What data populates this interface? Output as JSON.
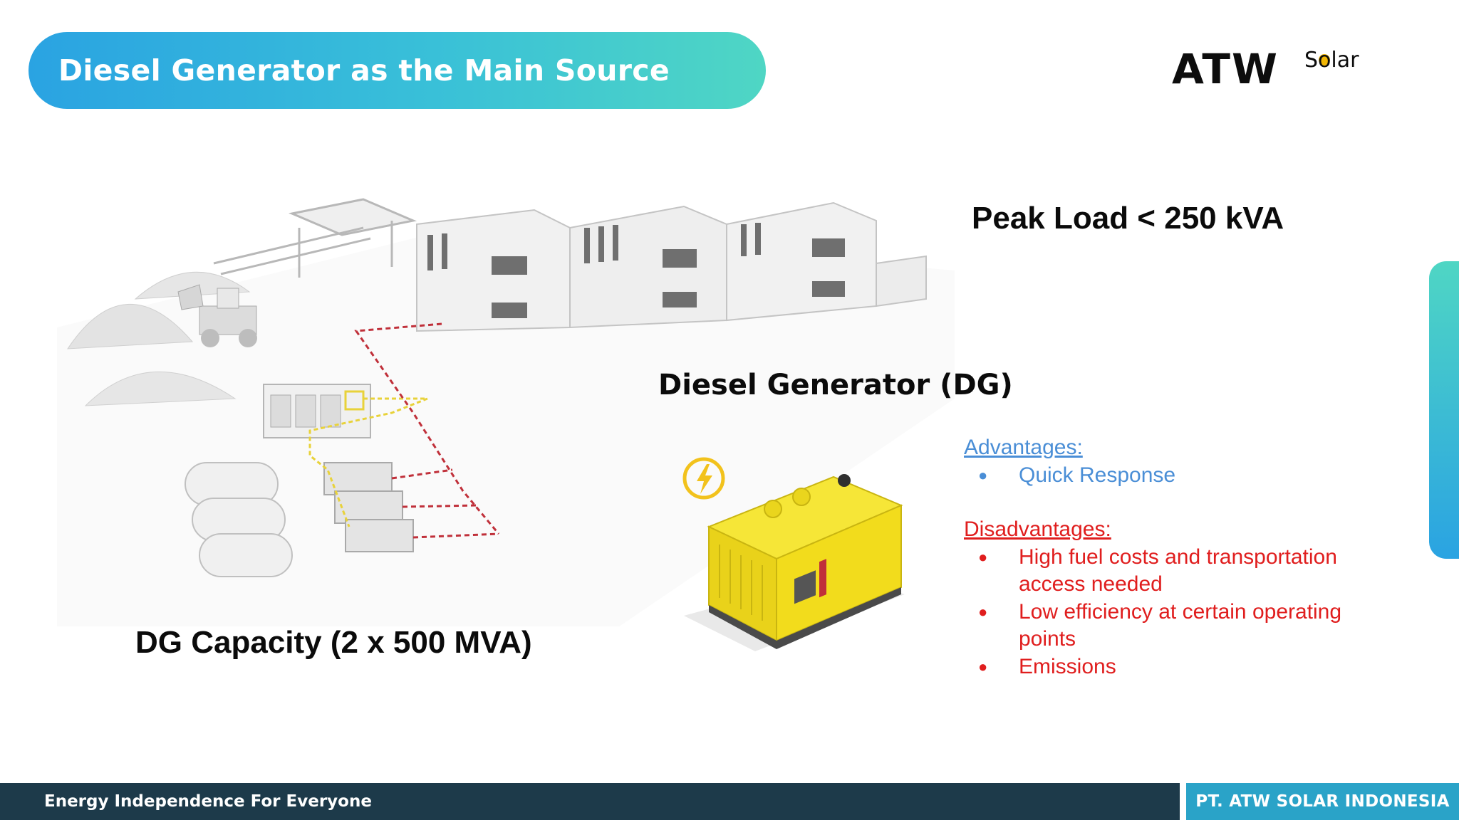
{
  "header": {
    "title": "Diesel Generator as the Main Source"
  },
  "logo": {
    "brand": "ATW",
    "suffix": "Solar"
  },
  "labels": {
    "peak_load": "Peak Load < 250 kVA",
    "diesel_generator": "Diesel Generator (DG)",
    "dg_capacity": "DG Capacity (2 x 500 MVA)"
  },
  "pros_cons": {
    "advantages_heading": "Advantages:",
    "advantages": [
      "Quick Response"
    ],
    "disadvantages_heading": "Disadvantages:",
    "disadvantages": [
      "High fuel costs and transportation access needed",
      "Low efficiency at certain operating points",
      "Emissions"
    ],
    "bullet": "●"
  },
  "footer": {
    "tagline": "Energy Independence For Everyone",
    "company": "PT. ATW SOLAR INDONESIA"
  },
  "colors": {
    "accent_blue": "#2aa3e2",
    "accent_teal": "#4fd6c4",
    "advantage_blue": "#4a8ed6",
    "disadvantage_red": "#e01e1e",
    "footer_dark": "#1d3a4a",
    "footer_teal": "#2aa3c8",
    "generator_yellow": "#f2dc1c",
    "sun_dot": "#f2b705",
    "power_line_red": "#c0303a"
  },
  "icons": {
    "lightning": "lightning-icon",
    "generator": "generator-illustration",
    "site": "mining-site-illustration"
  }
}
